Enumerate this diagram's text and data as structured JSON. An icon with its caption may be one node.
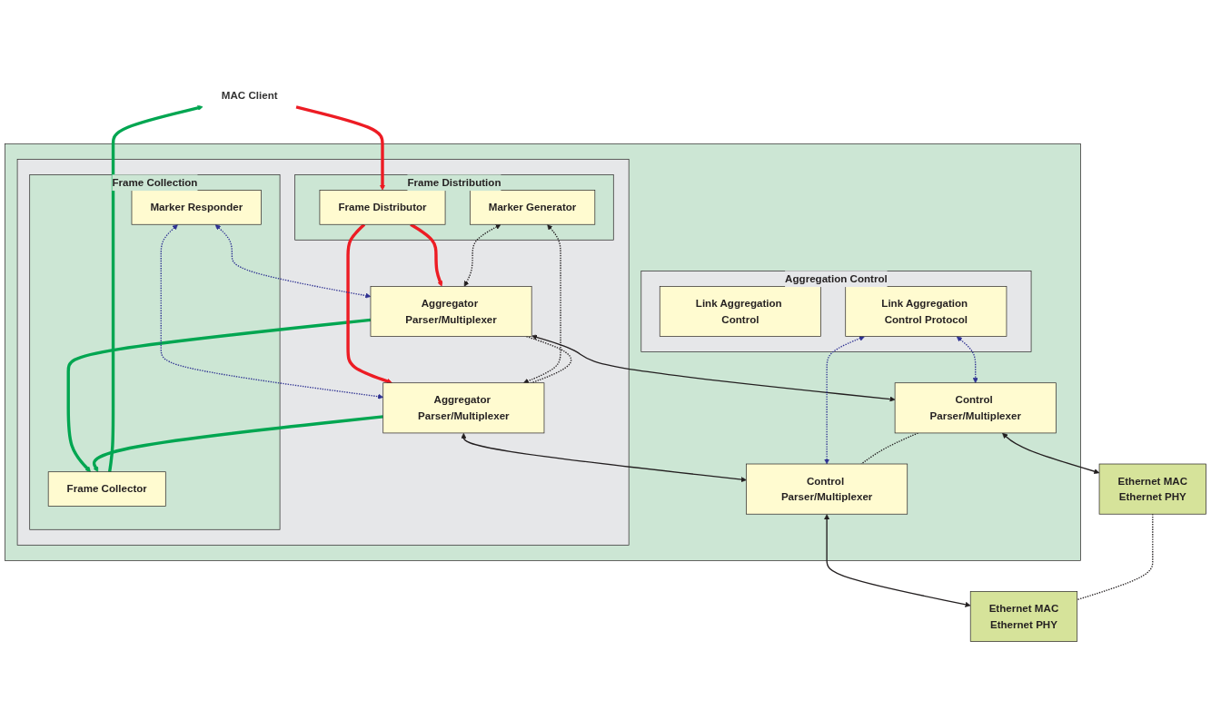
{
  "diagram": {
    "nodes": [
      {
        "text": [
          "MAC Client"
        ]
      },
      {
        "text": [],
        "shape": "box"
      },
      {
        "text": [
          "Aggregation Control"
        ],
        "in": 1
      },
      {
        "text": [
          "Link Aggregation Control"
        ],
        "in": 2
      },
      {
        "text": [
          "Link Aggregation Control Protocol"
        ],
        "in": 2
      },
      {
        "text": [],
        "shape": "box",
        "in": 1
      },
      {
        "text": [
          "Frame Collection"
        ],
        "in": 5
      },
      {
        "text": [
          "Marker Responder"
        ],
        "in": 6
      },
      {
        "text": [
          "Frame Collector"
        ],
        "in": 6
      },
      {
        "text": [
          "Frame Distribution"
        ],
        "in": 5
      },
      {
        "text": [
          "Frame Distributor"
        ],
        "in": 9
      },
      {
        "text": [
          "Marker Generator"
        ],
        "in": 9
      },
      {
        "text": [
          "Aggregator Parser/Multiplexer"
        ],
        "in": 5
      },
      {
        "text": [
          "Aggregator Parser/Multiplexer"
        ],
        "in": 5
      },
      {
        "text": [
          "Control Parser/Multiplexer"
        ],
        "in": 1
      },
      {
        "text": [
          "Control Parser/Multiplexer"
        ],
        "in": 1
      },
      {
        "text": [
          "Ethernet MAC",
          "Ethernet PHY"
        ]
      },
      {
        "text": [
          "Ethernet MAC",
          "Ethernet PHY"
        ]
      }
    ],
    "edges": [
      {
        "from": 8,
        "to": 0,
        "arrow": "to",
        "style": "thick",
        "color": "#00a651"
      },
      {
        "from": 0,
        "to": 10,
        "arrow": "to",
        "style": "thick",
        "color": "#ed1c24"
      },
      {
        "from": 12,
        "to": 8,
        "arrow": "to",
        "style": "thick",
        "color": "#00a651"
      },
      {
        "from": 13,
        "to": 8,
        "arrow": "to",
        "style": "thick",
        "color": "#00a651"
      },
      {
        "from": 10,
        "to": 12,
        "arrow": "to",
        "style": "thick",
        "color": "#ed1c24"
      },
      {
        "from": 10,
        "to": 13,
        "arrow": "to",
        "style": "thick",
        "color": "#ed1c24"
      },
      {
        "from": 7,
        "to": 12,
        "arrow": "both",
        "style": "dashed",
        "color": "#2e3192"
      },
      {
        "from": 7,
        "to": 13,
        "arrow": "both",
        "style": "dashed",
        "color": "#2e3192"
      },
      {
        "from": 11,
        "to": 12,
        "arrow": "both",
        "style": "dashed"
      },
      {
        "from": 11,
        "to": 13,
        "arrow": "both",
        "style": "dashed"
      },
      {
        "from": 12,
        "to": 13,
        "arrow": "none",
        "style": "dashed"
      },
      {
        "from": 12,
        "to": 14,
        "arrow": "both"
      },
      {
        "from": 13,
        "to": 15,
        "arrow": "both"
      },
      {
        "from": 4,
        "to": 14,
        "arrow": "both",
        "style": "dashed",
        "color": "#2e3192"
      },
      {
        "from": 4,
        "to": 15,
        "arrow": "both",
        "style": "dashed",
        "color": "#2e3192"
      },
      {
        "from": 14,
        "to": 15,
        "arrow": "none",
        "style": "dashed"
      },
      {
        "from": 14,
        "to": 16,
        "arrow": "both"
      },
      {
        "from": 15,
        "to": 17,
        "arrow": "both"
      },
      {
        "from": 16,
        "to": 17,
        "arrow": "none",
        "style": "dashed"
      }
    ]
  }
}
